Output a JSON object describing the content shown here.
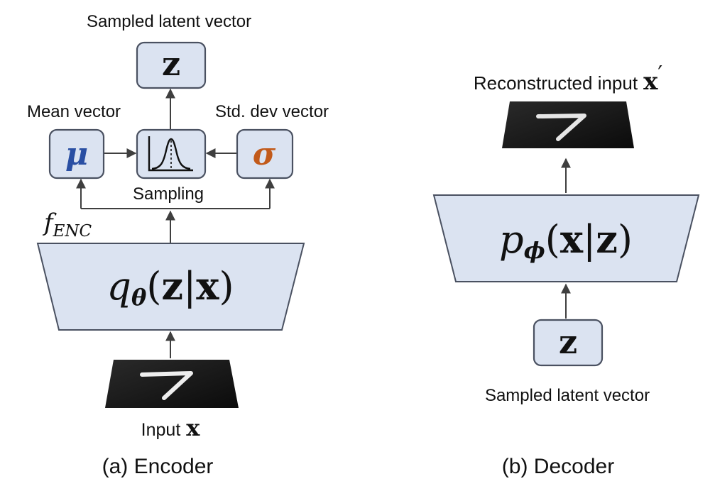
{
  "encoder": {
    "caption": "(a) Encoder",
    "top_label": "Sampled latent vector",
    "z_symbol": "z",
    "mean_label": "Mean vector",
    "mu_symbol": "μ",
    "std_label": "Std. dev vector",
    "sigma_symbol": "σ",
    "sampling_label": "Sampling",
    "f_label_f": "f",
    "f_label_sub": "ENC",
    "network": {
      "q": "q",
      "theta": "θ",
      "args_z": "z",
      "args_bar": "|",
      "args_x": "x"
    },
    "input_label": "Input",
    "input_symbol": "x",
    "digit": "7"
  },
  "decoder": {
    "caption": "(b) Decoder",
    "top_label": "Reconstructed input",
    "top_symbol": "x",
    "top_prime": "′",
    "network": {
      "p": "p",
      "phi": "ϕ",
      "args_x": "x",
      "args_bar": "|",
      "args_z": "z"
    },
    "z_symbol": "z",
    "bottom_label": "Sampled latent vector",
    "digit": "7"
  },
  "colors": {
    "box_fill": "#dbe3f1",
    "box_stroke": "#4a5161",
    "mu": "#2a4fa3",
    "sigma": "#c25a1a",
    "image_dark": "#141414"
  }
}
